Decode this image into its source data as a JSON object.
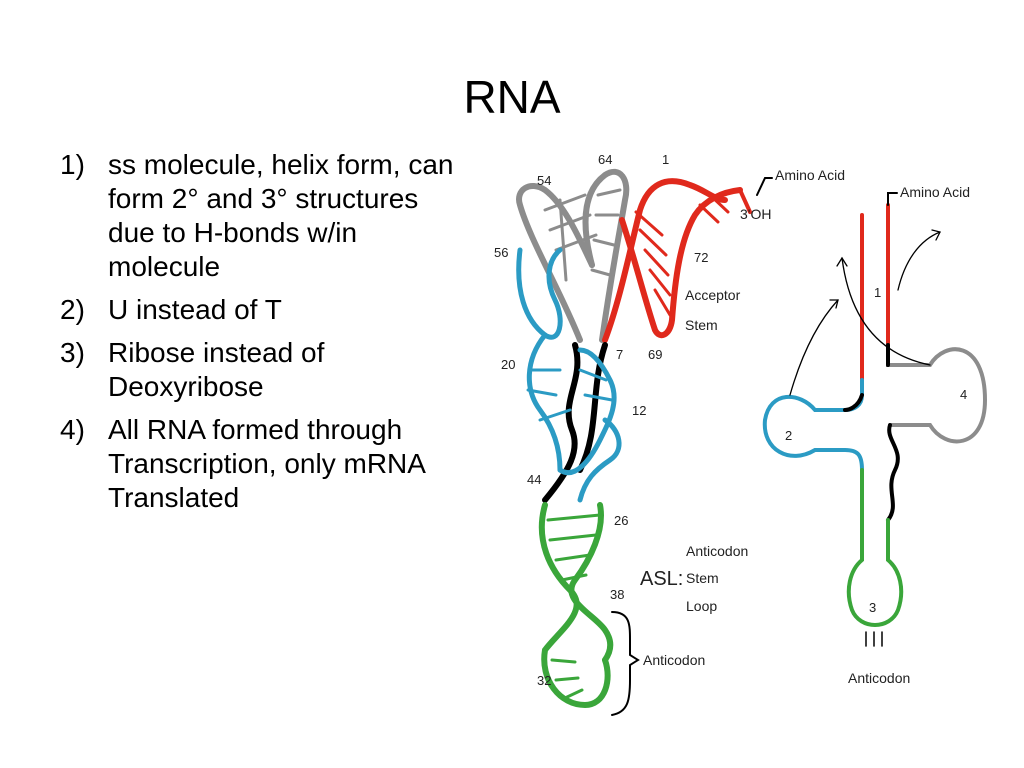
{
  "slide": {
    "title": "RNA",
    "bullets": [
      {
        "num": "1)",
        "text": "ss molecule, helix form, can form 2° and 3° structures due to H-bonds w/in molecule"
      },
      {
        "num": "2)",
        "text": "U instead of T"
      },
      {
        "num": "3)",
        "text": "Ribose instead of Deoxyribose"
      },
      {
        "num": "4)",
        "text": "All RNA formed through Transcription, only mRNA Translated"
      }
    ]
  },
  "diagram": {
    "tertiary": {
      "numbers": [
        "54",
        "64",
        "1",
        "56",
        "72",
        "20",
        "7",
        "69",
        "12",
        "44",
        "26",
        "38",
        "32"
      ],
      "amino_acid": "Amino Acid",
      "three_oh": "3'OH",
      "acceptor_stem": [
        "Acceptor",
        "Stem"
      ],
      "asl": "ASL:",
      "anticodon_stem_loop": [
        "Anticodon",
        "Stem",
        "Loop"
      ],
      "anticodon": "Anticodon"
    },
    "secondary": {
      "amino_acid": "Amino Acid",
      "arm_numbers": [
        "1",
        "2",
        "3",
        "4"
      ],
      "anticodon": "Anticodon"
    },
    "colors": {
      "acceptor": "#e0291c",
      "d_arm": "#2b9bc4",
      "t_arm": "#8c8c8c",
      "anticodon_arm": "#3aa63a",
      "linker": "#000000"
    }
  }
}
